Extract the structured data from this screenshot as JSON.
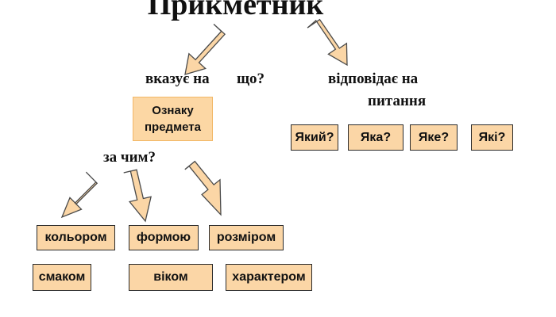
{
  "colors": {
    "box_fill": "#fbd6a6",
    "box_border": "#2b2b2b",
    "main_box_border": "#f2b766",
    "text": "#111111"
  },
  "title": "Прикметник",
  "labels": {
    "vkazuie": "вказує на",
    "shcho": "що?",
    "vidpovidaie": "відповідає на",
    "pytannia": "питання",
    "za_chym": "за чим?"
  },
  "main_box": {
    "line1": "Ознаку",
    "line2": "предмета"
  },
  "questions": [
    "Який?",
    "Яка?",
    "Яке?",
    "Які?"
  ],
  "criteria": [
    "кольором",
    "формою",
    "розміром",
    "смаком",
    "віком",
    "характером"
  ]
}
